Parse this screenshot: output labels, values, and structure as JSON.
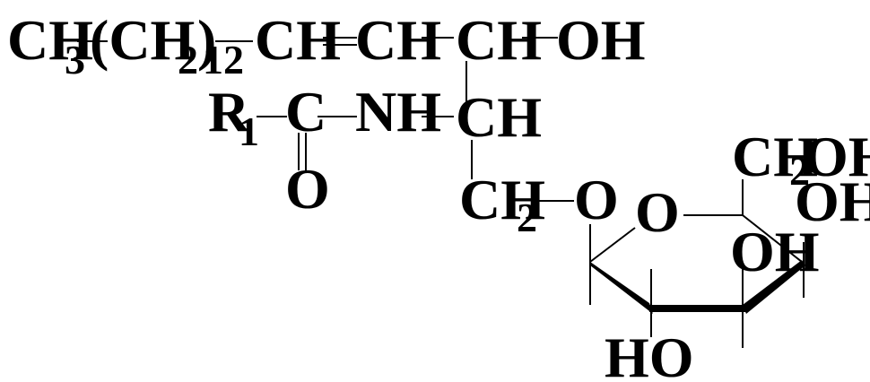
{
  "structure": {
    "chain": {
      "ch3": "CH",
      "ch3_sub": "3",
      "paren_ch": "(CH",
      "paren_sub": "2",
      "paren_close": ")",
      "repeat_sub": "12",
      "ch_1": "CH",
      "ch_2": "CH",
      "ch_3": "CH",
      "oh": "OH"
    },
    "amide": {
      "r": "R",
      "r_sub": "1",
      "c": "C",
      "nh": "NH",
      "ch": "CH",
      "carbonyl_o": "O"
    },
    "linker": {
      "ch2": "CH",
      "ch2_sub": "2",
      "ether_o": "O"
    },
    "sugar": {
      "ring_o": "O",
      "ch2oh_ch": "CH",
      "ch2oh_sub": "2",
      "ch2oh_oh": "OH",
      "oh_right": "OH",
      "oh_mid": "OH",
      "ho_bottom": "HO"
    }
  }
}
